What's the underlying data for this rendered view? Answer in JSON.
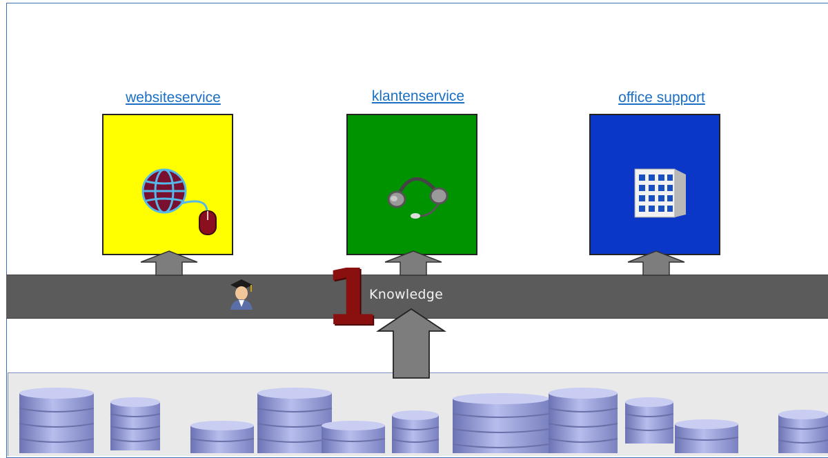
{
  "services": [
    {
      "label": "websiteservice",
      "color": "#ffff00",
      "icon": "globe-mouse-icon"
    },
    {
      "label": "klantenservice",
      "color": "#009300",
      "icon": "headset-icon"
    },
    {
      "label": "office support",
      "color": "#0a37c8",
      "icon": "office-building-icon"
    }
  ],
  "knowledge_band": {
    "label": "Knowledge",
    "step_number": "1",
    "icon": "graduate-person-icon"
  },
  "colors": {
    "link": "#1a6fc4",
    "band": "#5b5b5b",
    "arrow": "#7d7d7d",
    "database": "#9fa6dc",
    "step_number": "#8a1010"
  },
  "database_icon": "database-cylinder-icon"
}
